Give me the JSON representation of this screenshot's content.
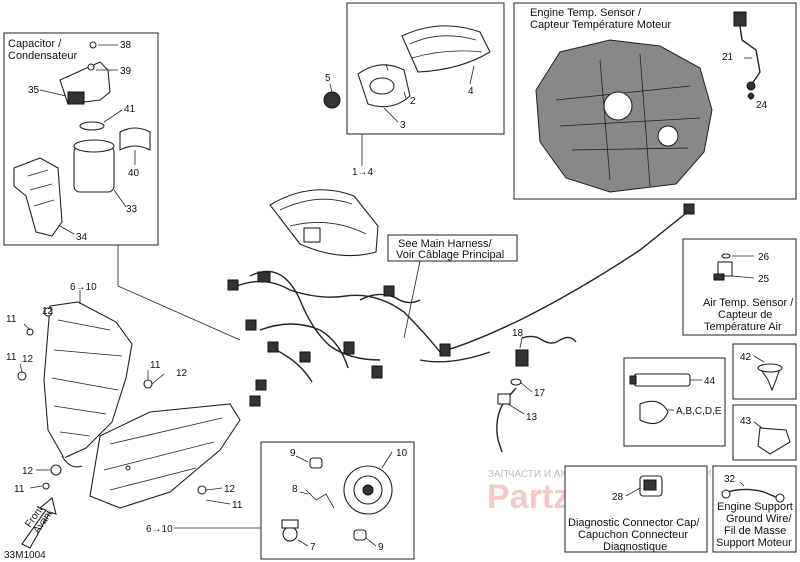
{
  "figure_code": "33M1004",
  "captions": {
    "capacitor": [
      "Capacitor /",
      "Condensateur"
    ],
    "engine_temp_sensor": [
      "Engine Temp. Sensor /",
      "Capteur Température Moteur"
    ],
    "main_harness": [
      "See Main Harness/",
      "Voir Câblage Principal"
    ],
    "air_temp_sensor": [
      "Air Temp. Sensor /",
      "Capteur de",
      "Température Air"
    ],
    "diagnostic_cap": [
      "Diagnostic Connector Cap/",
      "Capuchon Connecteur",
      "Diagnostique"
    ],
    "engine_ground": [
      "Engine Support",
      "Ground Wire/",
      "Fil de Masse",
      "Support Moteur"
    ],
    "front_arrow": [
      "Front",
      "Avant"
    ]
  },
  "part_numbers": {
    "p38": "38",
    "p39": "39",
    "p35": "35",
    "p41": "41",
    "p40": "40",
    "p33": "33",
    "p34": "34",
    "p5": "5",
    "p2": "2",
    "p3": "3",
    "p4": "4",
    "p1_4": "1→4",
    "p21": "21",
    "p24": "24",
    "p26": "26",
    "p25": "25",
    "p6_10_top": "6→10",
    "p6_10_bottom": "6→10",
    "p11_a": "11",
    "p11_b": "11",
    "p11_c": "11",
    "p11_d": "11",
    "p11_e": "11",
    "p12_a": "12",
    "p12_b": "12",
    "p12_c": "12",
    "p12_d": "12",
    "p18": "18",
    "p17": "17",
    "p13": "13",
    "p44": "44",
    "p45": "A,B,C,D,E",
    "p42": "42",
    "p43": "43",
    "p28": "28",
    "p32": "32",
    "p9_a": "9",
    "p9_b": "9",
    "p10": "10",
    "p8": "8",
    "p7": "7"
  },
  "watermark": {
    "line": "ЗАПЧАСТИ И АКСЕССУАРЫ ДЛЯ МОТОТЕХНИКИ",
    "brand": "PartzPOR.ru"
  }
}
